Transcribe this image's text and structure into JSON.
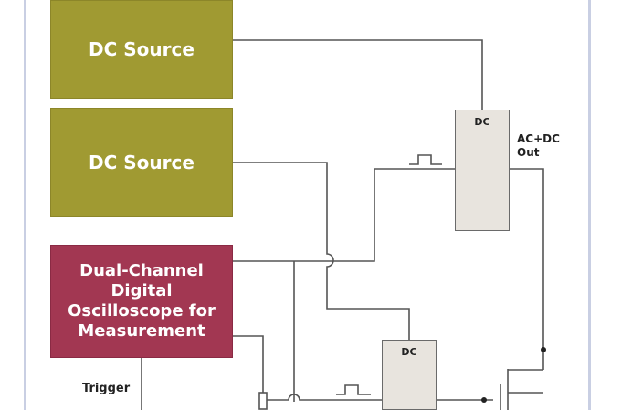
{
  "blocks": {
    "dc_source_1": "DC Source",
    "dc_source_2": "DC Source",
    "oscilloscope": "Dual-Channel Digital Oscilloscope for Measurement"
  },
  "modules": {
    "dc_1": "DC",
    "dc_2": "DC"
  },
  "labels": {
    "output": "AC+DC Out",
    "trigger": "Trigger"
  },
  "colors": {
    "source_fill": "#a09a32",
    "scope_fill": "#a23752",
    "module_fill": "#e8e4de",
    "wire": "#555555"
  }
}
